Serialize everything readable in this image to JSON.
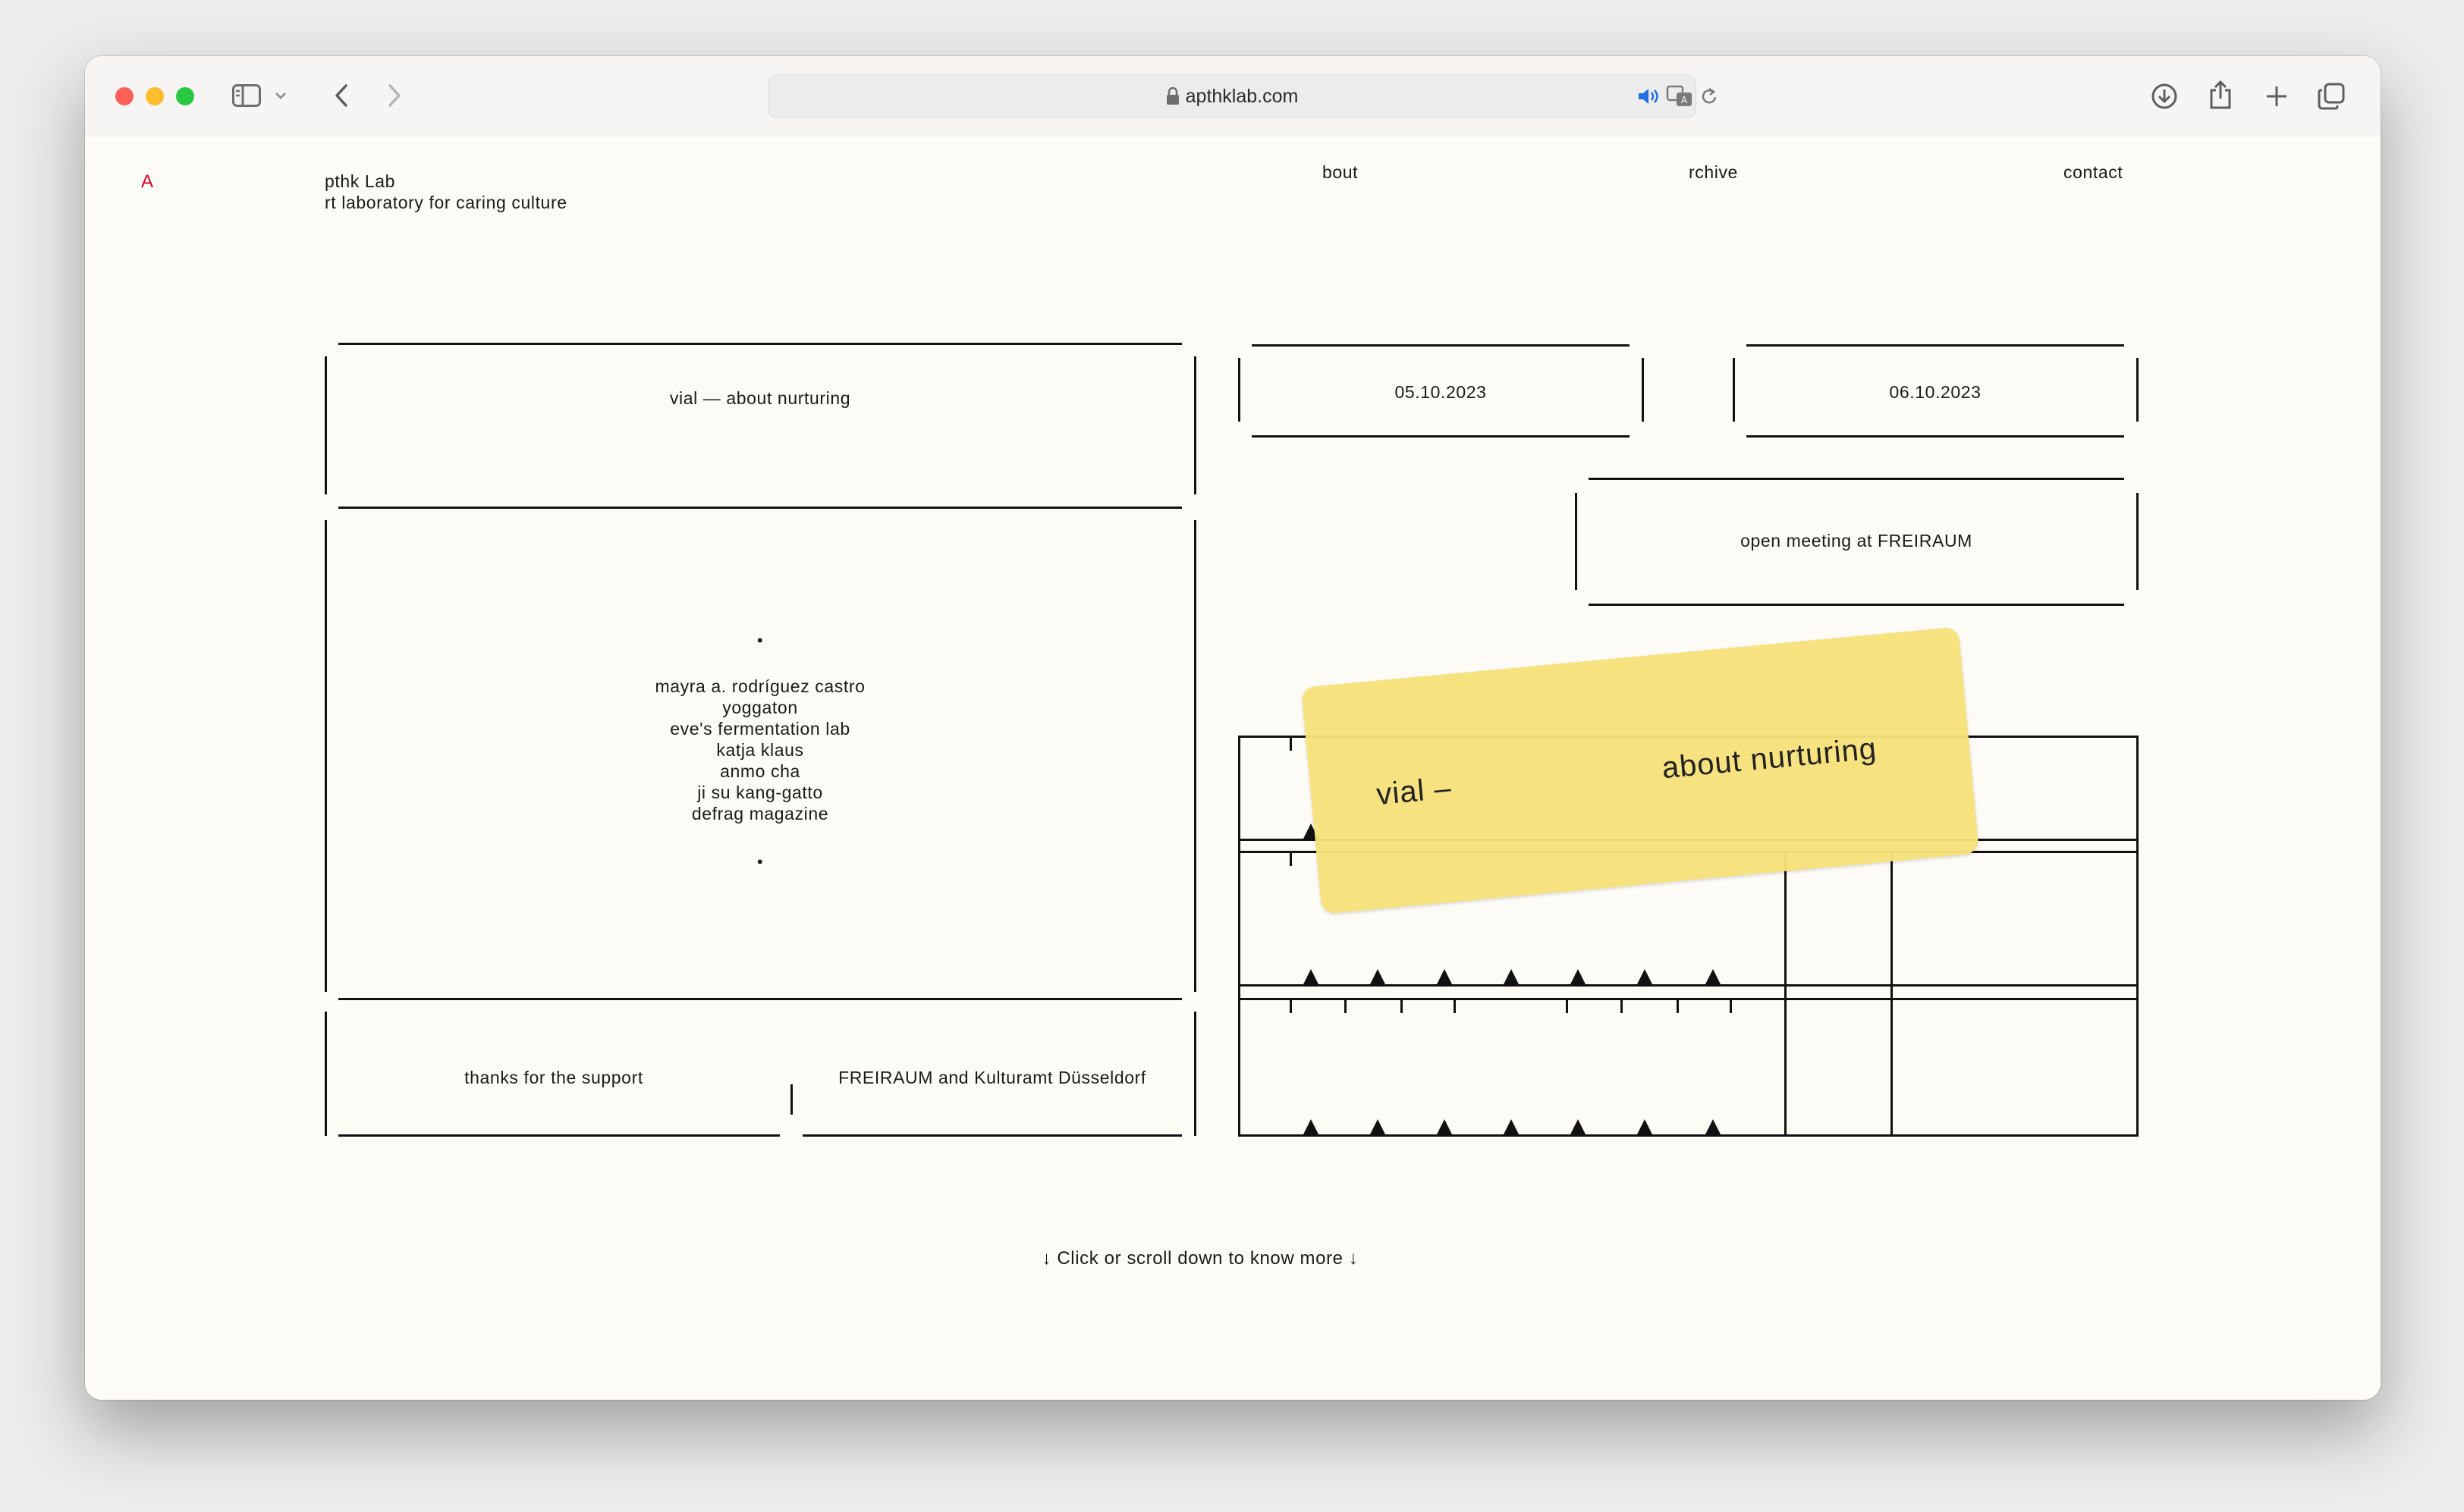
{
  "browser": {
    "url": "apthklab.com"
  },
  "site": {
    "logo_letter": "A",
    "name": "pthk Lab",
    "tagline": "rt laboratory for caring culture",
    "nav": {
      "about": "bout",
      "archive": "rchive",
      "contact": "contact"
    }
  },
  "event": {
    "title": "vial — about nurturing",
    "separator": "•",
    "participants": [
      "mayra a. rodríguez castro",
      "yoggaton",
      "eve's fermentation lab",
      "katja klaus",
      "anmo cha",
      "ji su kang-gatto",
      "defrag magazine"
    ],
    "support_label": "thanks for the support",
    "support_names": "FREIRAUM and Kulturamt Düsseldorf",
    "date_1": "05.10.2023",
    "date_2": "06.10.2023",
    "meeting": "open meeting at FREIRAUM",
    "sticker_left": "vial –",
    "sticker_right": "about nurturing"
  },
  "footer": {
    "scroll_hint": "↓ Click or scroll down to know more ↓"
  },
  "colors": {
    "page_bg": "#fcfbf6",
    "logo": "#d0021b",
    "sticker": "#f7e27c",
    "lines": "#111111"
  }
}
